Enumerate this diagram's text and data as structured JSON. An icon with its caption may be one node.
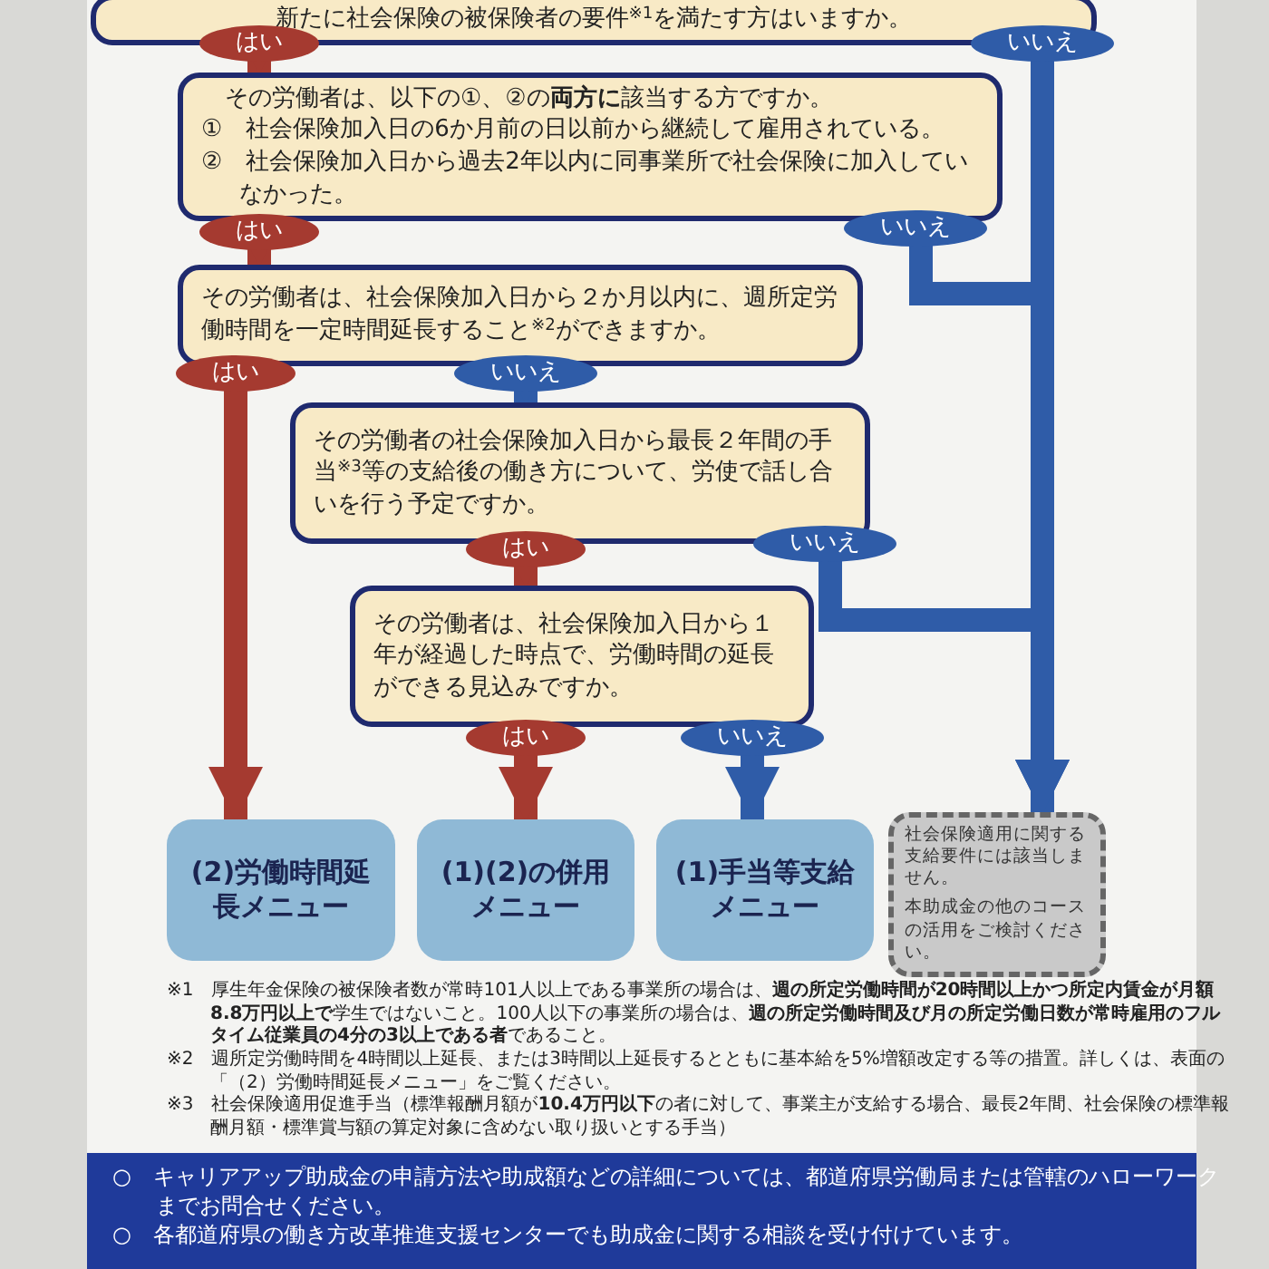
{
  "diagram": {
    "nodes": [
      {
        "text": [
          "新たに社会保険の被保険者の要件$^{※1}$を満たす方はいますか。"
        ]
      },
      {
        "text": [
          "その労働者は、以下の①、②の**両方に**該当する方ですか。",
          "①　社会保険加入日の6か月前の日以前から継続して雇用されている。",
          "②　社会保険加入日から過去2年以内に同事業所で社会保険に加入していなかった。"
        ]
      },
      {
        "text": [
          "その労働者は、社会保険加入日から２か月以内に、週所定労働時間を一定時間延長すること$^{※2}$ができますか。"
        ]
      },
      {
        "text": [
          "その労働者の社会保険加入日から最長２年間の手当$^{※3}$等の支給後の働き方について、労使で話し合いを行う予定ですか。"
        ]
      },
      {
        "text": [
          "その労働者は、社会保険加入日から１年が経過した時点で、労働時間の延長ができる見込みですか。"
        ]
      },
      {
        "text": [
          "(2)労働時間延長メニュー"
        ]
      },
      {
        "text": [
          "(1)(2)の併用メニュー"
        ]
      },
      {
        "text": [
          "(1)手当等支給メニュー"
        ]
      },
      {
        "text": [
          "社会保険適用に関する支給要件には該当しません。",
          "本助成金の他のコースの活用をご検討ください。"
        ]
      }
    ],
    "edges": [
      {
        "from": 0,
        "to": 1,
        "arrow": "to",
        "label": "はい",
        "color": "#a53a30"
      },
      {
        "from": 0,
        "to": 8,
        "arrow": "to",
        "label": "いいえ",
        "color": "#2f5ca8"
      },
      {
        "from": 1,
        "to": 2,
        "arrow": "to",
        "label": "はい",
        "color": "#a53a30"
      },
      {
        "from": 1,
        "to": 8,
        "arrow": "to",
        "label": "いいえ",
        "color": "#2f5ca8"
      },
      {
        "from": 2,
        "to": 5,
        "arrow": "to",
        "label": "はい",
        "color": "#a53a30"
      },
      {
        "from": 2,
        "to": 3,
        "arrow": "to",
        "label": "いいえ",
        "color": "#2f5ca8"
      },
      {
        "from": 3,
        "to": 4,
        "arrow": "to",
        "label": "はい",
        "color": "#a53a30"
      },
      {
        "from": 3,
        "to": 8,
        "arrow": "to",
        "label": "いいえ",
        "color": "#2f5ca8"
      },
      {
        "from": 4,
        "to": 6,
        "arrow": "to",
        "label": "はい",
        "color": "#a53a30"
      },
      {
        "from": 4,
        "to": 7,
        "arrow": "to",
        "label": "いいえ",
        "color": "#2f5ca8"
      }
    ],
    "labels": [
      "※1　厚生年金保険の被保険者数が常時101人以上である事業所の場合は、**週の所定労働時間が20時間以上かつ所定内賃金が月額8.8万円以上で**学生ではないこと。100人以下の事業所の場合は、**週の所定労働時間及び月の所定労働日数が常時雇用のフルタイム従業員の4分の3以上である者**であること。",
      "※2　週所定労働時間を4時間以上延長、または3時間以上延長するとともに基本給を5%増額改定する等の措置。詳しくは、表面の「（2）労働時間延長メニュー」をご覧ください。",
      "※3　社会保険適用促進手当（標準報酬月額が**10.4万円以下**の者に対して、事業主が支給する場合、最長2年間、社会保険の標準報酬月額・標準賞与額の算定対象に含めない取り扱いとする手当）",
      "○　キャリアアップ助成金の申請方法や助成額などの詳細については、都道府県労働局または管轄のハローワークまでお問合せください。",
      "○　各都道府県の働き方改革推進支援センターでも助成金に関する相談を受け付けています。"
    ]
  }
}
